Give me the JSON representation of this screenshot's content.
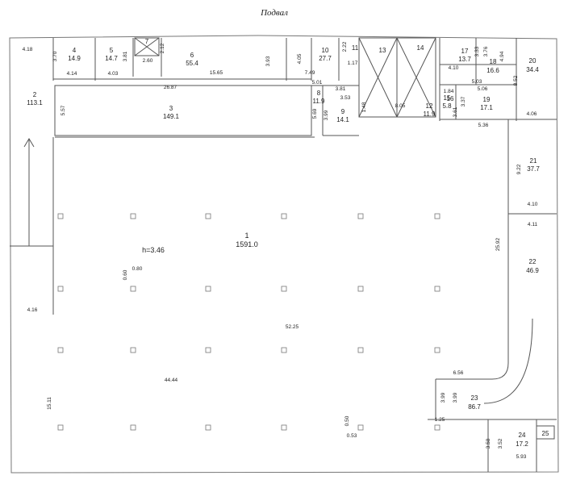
{
  "plan": {
    "title": "Подвал",
    "height_note": "h=3.46",
    "rooms": [
      {
        "id": "1",
        "area": "1591.0"
      },
      {
        "id": "2",
        "area": "113.1"
      },
      {
        "id": "3",
        "area": "149.1"
      },
      {
        "id": "4",
        "area": "14.9"
      },
      {
        "id": "5",
        "area": "14.7"
      },
      {
        "id": "6",
        "area": "55.4"
      },
      {
        "id": "7",
        "area": ""
      },
      {
        "id": "8",
        "area": "11.9"
      },
      {
        "id": "9",
        "area": "14.1"
      },
      {
        "id": "10",
        "area": "27.7"
      },
      {
        "id": "11",
        "area": ""
      },
      {
        "id": "12",
        "area": "11.9"
      },
      {
        "id": "13",
        "area": ""
      },
      {
        "id": "14",
        "area": ""
      },
      {
        "id": "15",
        "area": "5.8"
      },
      {
        "id": "16",
        "area": ""
      },
      {
        "id": "17",
        "area": "13.7"
      },
      {
        "id": "18",
        "area": "16.6"
      },
      {
        "id": "19",
        "area": "17.1"
      },
      {
        "id": "20",
        "area": "34.4"
      },
      {
        "id": "21",
        "area": "37.7"
      },
      {
        "id": "22",
        "area": "46.9"
      },
      {
        "id": "23",
        "area": "86.7"
      },
      {
        "id": "24",
        "area": "17.2"
      },
      {
        "id": "25",
        "area": ""
      }
    ],
    "dimensions": [
      "4.18",
      "3.70",
      "4.14",
      "4.03",
      "3.81",
      "2.60",
      "2.12",
      "15.65",
      "3.93",
      "26.87",
      "4.05",
      "7.49",
      "2.22",
      "1.17",
      "5.01",
      "3.81",
      "3.53",
      "5.69",
      "3.99",
      "1.48",
      "8.05",
      "5.57",
      "4.10",
      "3.33",
      "3.76",
      "4.94",
      "5.03",
      "8.52",
      "1.84",
      "5.06",
      "3.37",
      "3.61",
      "4.06",
      "5.36",
      "9.22",
      "4.10",
      "4.11",
      "25.92",
      "0.60",
      "0.80",
      "4.16",
      "52.25",
      "44.44",
      "15.11",
      "6.56",
      "3.99",
      "3.99",
      "1.25",
      "0.50",
      "0.53",
      "3.58",
      "3.52",
      "5.93"
    ]
  }
}
